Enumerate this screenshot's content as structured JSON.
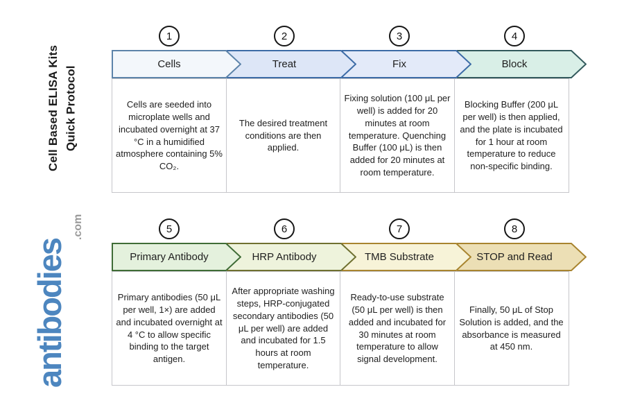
{
  "page": {
    "background": "#ffffff"
  },
  "sidebar": {
    "title_line1": "Cell Based ELISA Kits",
    "title_line2": "Quick Protocol",
    "logo_text": "antibodies",
    "logo_suffix": ".com",
    "logo_color": "#4d86bf",
    "logo_suffix_color": "#999999"
  },
  "steps": [
    {
      "number": "1",
      "label": "Cells",
      "fill": "#f3f7fb",
      "border": "#5c83a9",
      "description": "Cells are seeded into microplate wells and incubated overnight at 37 °C in a humidified atmosphere containing 5% CO₂."
    },
    {
      "number": "2",
      "label": "Treat",
      "fill": "#dde6f7",
      "border": "#3c6ba6",
      "description": "The desired treatment conditions are then applied."
    },
    {
      "number": "3",
      "label": "Fix",
      "fill": "#e3eaf9",
      "border": "#3c6ba6",
      "description": "Fixing solution (100 μL per well) is added for 20 minutes at room temperature. Quenching Buffer (100 μL) is then added for 20 minutes at room temperature."
    },
    {
      "number": "4",
      "label": "Block",
      "fill": "#d9efe7",
      "border": "#32595c",
      "description": "Blocking Buffer (200 μL per well) is then applied, and the plate is incubated for 1 hour at room temperature to reduce non-specific binding."
    },
    {
      "number": "5",
      "label": "Primary Antibody",
      "fill": "#e4f1dd",
      "border": "#3f6c36",
      "description": "Primary antibodies (50 μL per well, 1×) are added and incubated overnight at 4 °C to allow specific binding to the target antigen."
    },
    {
      "number": "6",
      "label": "HRP Antibody",
      "fill": "#eef3dc",
      "border": "#6f7030",
      "description": "After appropriate washing steps, HRP-conjugated secondary antibodies (50 μL per well) are added and incubated for 1.5 hours at room temperature."
    },
    {
      "number": "7",
      "label": "TMB Substrate",
      "fill": "#f7f3d8",
      "border": "#a8842f",
      "description": "Ready-to-use substrate (50 μL per well) is then added and incubated for 30 minutes at room temperature to allow signal development."
    },
    {
      "number": "8",
      "label": "STOP and Read",
      "fill": "#ecdfb5",
      "border": "#a8842f",
      "description": "Finally, 50 μL of Stop Solution is added, and the absorbance is measured at 450 nm."
    }
  ]
}
